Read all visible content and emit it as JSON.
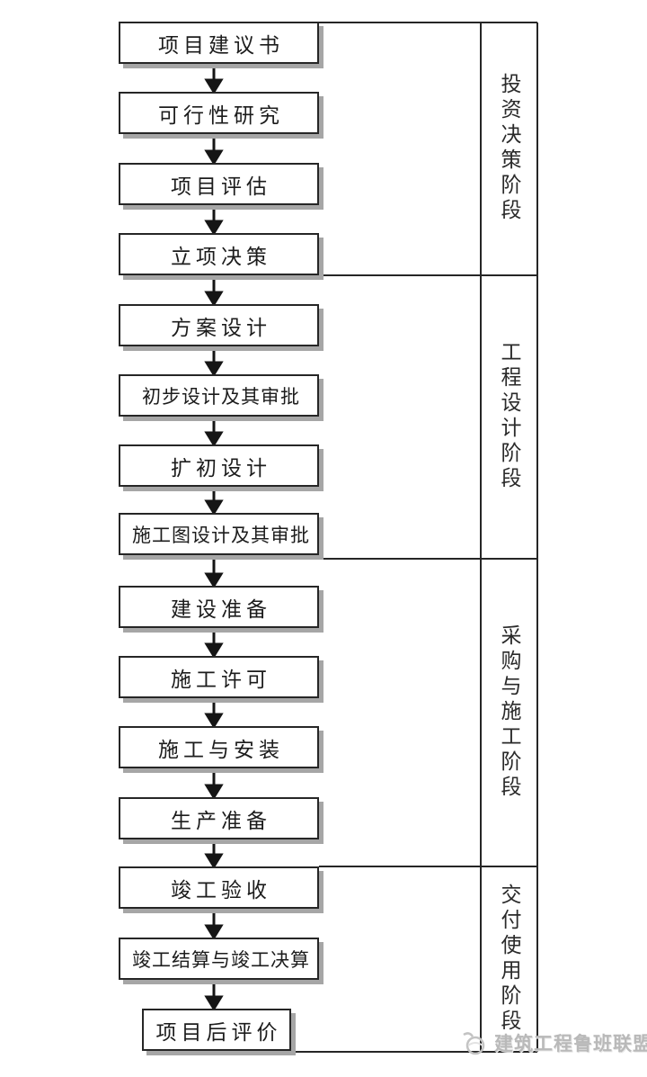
{
  "diagram": {
    "stages": [
      {
        "label": "投资决策阶段"
      },
      {
        "label": "工程设计阶段"
      },
      {
        "label": "采购与施工阶段"
      },
      {
        "label": "交付使用阶段"
      }
    ],
    "boxes": [
      {
        "label": "项目建议书"
      },
      {
        "label": "可行性研究"
      },
      {
        "label": "项目评估"
      },
      {
        "label": "立项决策"
      },
      {
        "label": "方案设计"
      },
      {
        "label": "初步设计及其审批"
      },
      {
        "label": "扩初设计"
      },
      {
        "label": "施工图设计及其审批"
      },
      {
        "label": "建设准备"
      },
      {
        "label": "施工许可"
      },
      {
        "label": "施工与安装"
      },
      {
        "label": "生产准备"
      },
      {
        "label": "竣工验收"
      },
      {
        "label": "竣工结算与竣工决算"
      },
      {
        "label": "项目后评价"
      }
    ]
  },
  "watermark": {
    "text": "建筑工程鲁班联盟",
    "logo_icon": "luban-alliance-logo"
  },
  "colors": {
    "line": "#262626",
    "node_shadow": "#a6a6a6",
    "watermark_gray": "#b9b9b9",
    "background": "#ffffff"
  }
}
